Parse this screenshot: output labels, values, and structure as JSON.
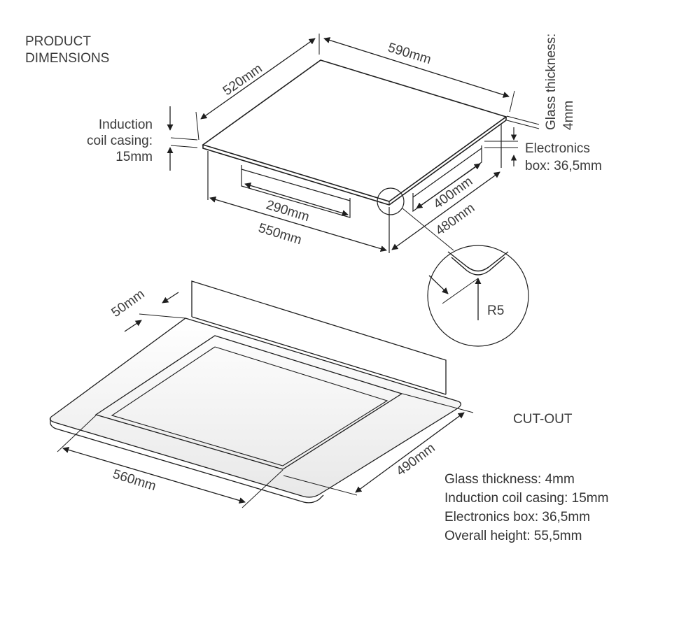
{
  "product": {
    "title_line1": "PRODUCT",
    "title_line2": "DIMENSIONS",
    "width": "590mm",
    "depth": "520mm",
    "glass_label_line1": "Glass thickness:",
    "glass_label_line2": "4mm",
    "coil_label_line1": "Induction",
    "coil_label_line2": "coil casing:",
    "coil_label_line3": "15mm",
    "electronics_label_line1": "Electronics",
    "electronics_label_line2": "box: 36,5mm",
    "box_inner_front": "290mm",
    "box_outer_front": "550mm",
    "box_inner_side": "400mm",
    "box_outer_side": "480mm",
    "corner_radius": "R5"
  },
  "cutout": {
    "title": "CUT-OUT",
    "wall_clearance": "50mm",
    "width": "560mm",
    "depth": "490mm"
  },
  "specs": [
    "Glass thickness: 4mm",
    "Induction coil casing: 15mm",
    "Electronics box: 36,5mm",
    "Overall height: 55,5mm"
  ]
}
